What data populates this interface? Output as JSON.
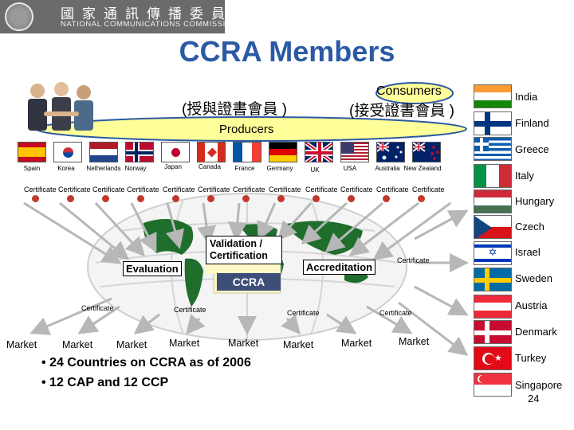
{
  "title": "CCRA Members",
  "header": {
    "org_name_zh": "國家通訊傳播委員會",
    "org_name_en": "NATIONAL COMMUNICATIONS COMMISSION"
  },
  "diagram": {
    "consumers_label": "Consumers",
    "consumers_zh": "(接受證書會員 )",
    "producers_label": "Producers",
    "producers_zh": "(授與證書會員 )",
    "evaluation_label": "Evaluation",
    "validation_label": "Validation / Certification",
    "accreditation_label": "Accreditation",
    "ccra_label": "CCRA",
    "certificate_label": "Certificate",
    "market_label": "Market"
  },
  "producer_countries": [
    "Spain",
    "Korea",
    "Netherlands",
    "Norway",
    "Japan",
    "Canada",
    "France",
    "Germany",
    "UK",
    "USA",
    "Australia",
    "New Zealand"
  ],
  "consumer_countries": [
    "India",
    "Finland",
    "Greece",
    "Italy",
    "Hungary",
    "Czech",
    "Israel",
    "Sweden",
    "Austria",
    "Denmark",
    "Turkey",
    "Singapore"
  ],
  "bullets": [
    "• 24 Countries on CCRA as of 2006",
    "• 12 CAP and 12 CCP"
  ],
  "page_number": "24",
  "colors": {
    "title": "#2b5aa4",
    "producers_ellipse": "#ffff99",
    "ellipse_border": "#2b5aa4"
  }
}
